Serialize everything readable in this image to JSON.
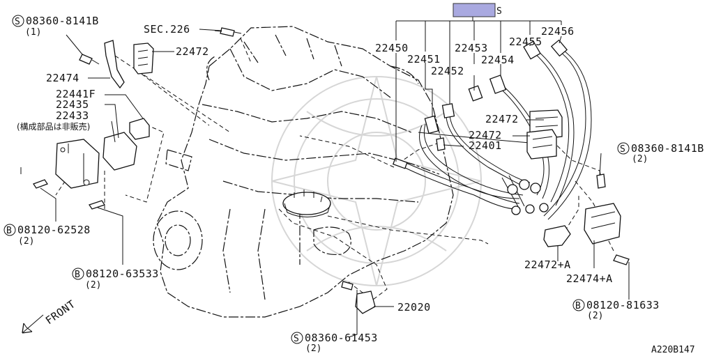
{
  "diagram": {
    "highlight_color": "#a9a9e0",
    "legend_box": {
      "suffix": "S"
    },
    "labels": {
      "bolt_top_left": {
        "symbol": "S",
        "code": "08360-8141B",
        "qty": "(1)"
      },
      "sec_226": "SEC.226",
      "p22472_top": "22472",
      "p22474": "22474",
      "p22441f": "22441F",
      "p22435": "22435",
      "p22433": "22433",
      "jp_note": "(構成部品は非販売)",
      "bolt_62528": {
        "symbol": "B",
        "code": "08120-62528",
        "qty": "(2)"
      },
      "bolt_63533": {
        "symbol": "B",
        "code": "08120-63533",
        "qty": "(2)"
      },
      "front": "FRONT",
      "bolt_61453": {
        "symbol": "S",
        "code": "08360-61453",
        "qty": "(2)"
      },
      "p22020": "22020",
      "p22450": "22450",
      "p22451": "22451",
      "p22452": "22452",
      "p22453": "22453",
      "p22454": "22454",
      "p22455": "22455",
      "p22456": "22456",
      "p22472_mid": "22472",
      "p22472_low": "22472",
      "p22401": "22401",
      "bolt_right": {
        "symbol": "S",
        "code": "08360-8141B",
        "qty": "(2)"
      },
      "p22472a": "22472+A",
      "p22474a": "22474+A",
      "bolt_81633": {
        "symbol": "B",
        "code": "08120-81633",
        "qty": "(2)"
      },
      "ref_code": "A220B147"
    }
  }
}
